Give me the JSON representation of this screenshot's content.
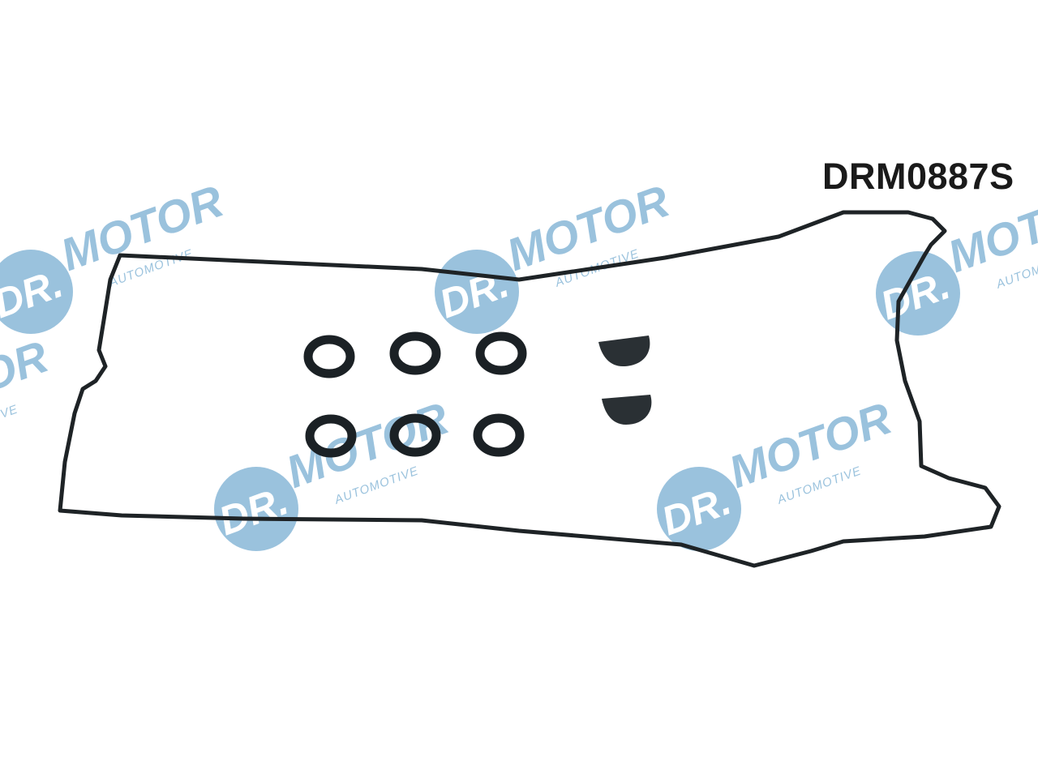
{
  "product": {
    "part_code": "DRM0887S",
    "brand": "DR.MOTOR",
    "brand_sub": "AUTOMOTIVE"
  },
  "watermark": {
    "color": "#1f78b4",
    "opacity": 0.5,
    "logo_text": "DR",
    "word": "MOTOR",
    "sub": "AUTOMOTIVE"
  },
  "parts": {
    "gasket_color": "#1e2326",
    "o_ring_count": 6,
    "end_plug_count": 2
  }
}
